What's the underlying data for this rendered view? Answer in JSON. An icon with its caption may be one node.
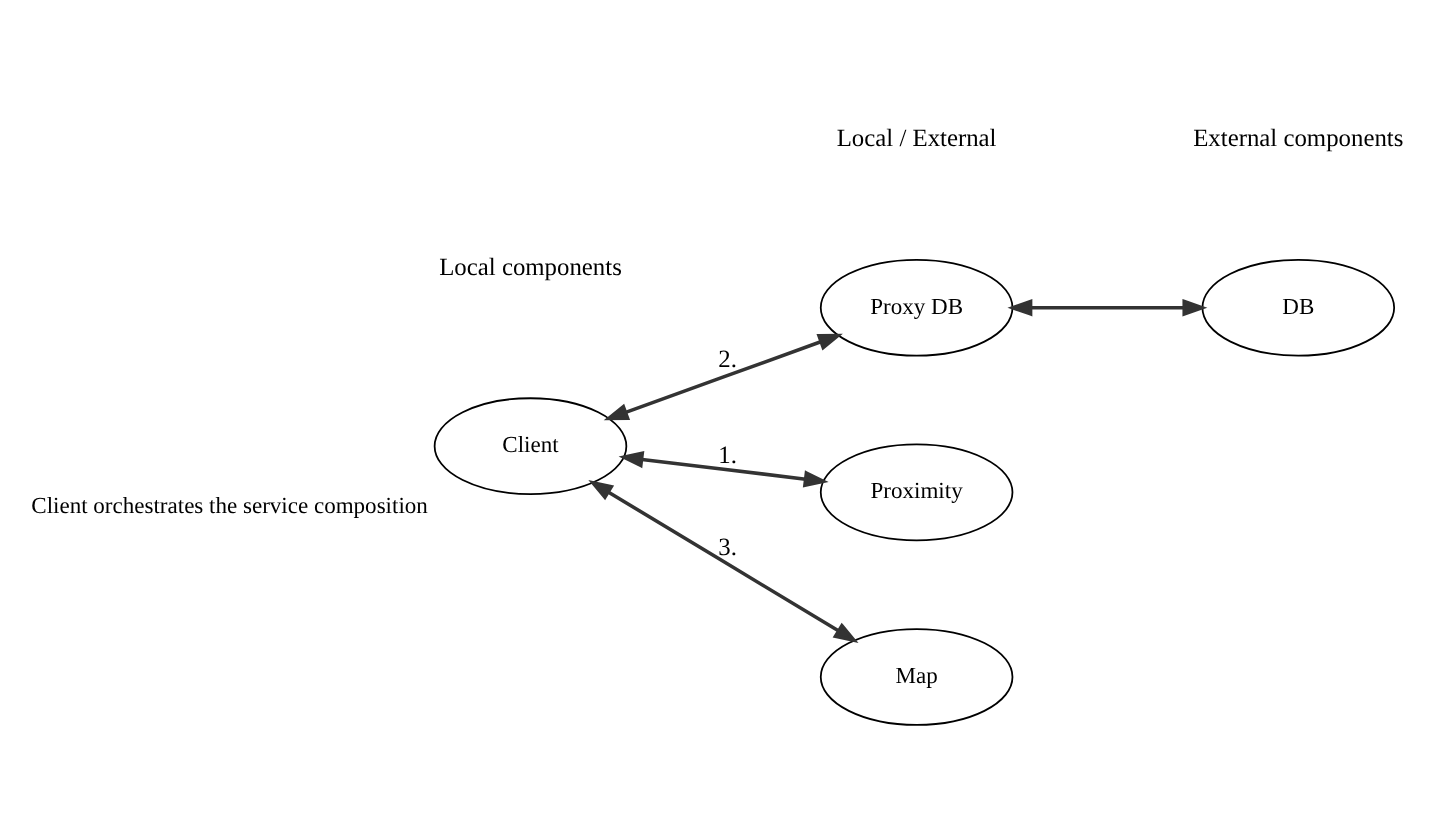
{
  "diagram": {
    "nodes": [
      {
        "text": [
          "Client"
        ],
        "beside": [
          "Client orchestrates the service composition"
        ]
      },
      {
        "text": [
          "Proxy DB"
        ]
      },
      {
        "text": [
          "Proximity"
        ]
      },
      {
        "text": [
          "Map"
        ]
      },
      {
        "text": [
          "DB"
        ]
      }
    ],
    "edges": [
      {
        "from": 0,
        "to": 2,
        "arrow": "both",
        "label": "1."
      },
      {
        "from": 0,
        "to": 1,
        "arrow": "both",
        "label": "2."
      },
      {
        "from": 0,
        "to": 3,
        "arrow": "both",
        "label": "3."
      },
      {
        "from": 1,
        "to": 4,
        "arrow": "both"
      }
    ],
    "labels": [
      "Local components",
      "Local / External",
      "External components"
    ]
  }
}
